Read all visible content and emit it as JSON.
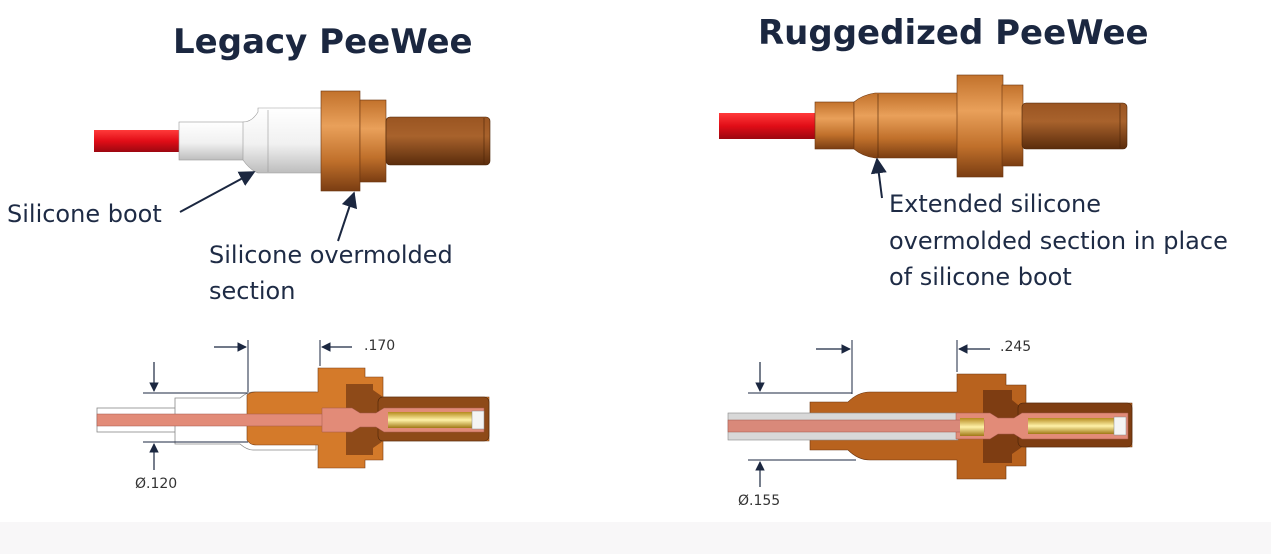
{
  "legacy": {
    "title": "Legacy PeeWee",
    "callouts": {
      "boot": "Silicone boot",
      "overmold_line1": "Silicone overmolded",
      "overmold_line2": "section"
    },
    "dimensions": {
      "length": ".170",
      "diameter": "Ø.120"
    }
  },
  "ruggedized": {
    "title": "Ruggedized PeeWee",
    "callouts": {
      "line1": "Extended silicone",
      "line2": "overmolded section in place",
      "line3": "of silicone boot"
    },
    "dimensions": {
      "length": ".245",
      "diameter": "Ø.155"
    }
  },
  "colors": {
    "wire": "#e3101a",
    "boot": "#e6e6e6",
    "overmold": "#c9752e",
    "body": "#d9853a",
    "pin": "#8a4a1c",
    "conductor": "#e28b78",
    "text": "#1b2740"
  }
}
